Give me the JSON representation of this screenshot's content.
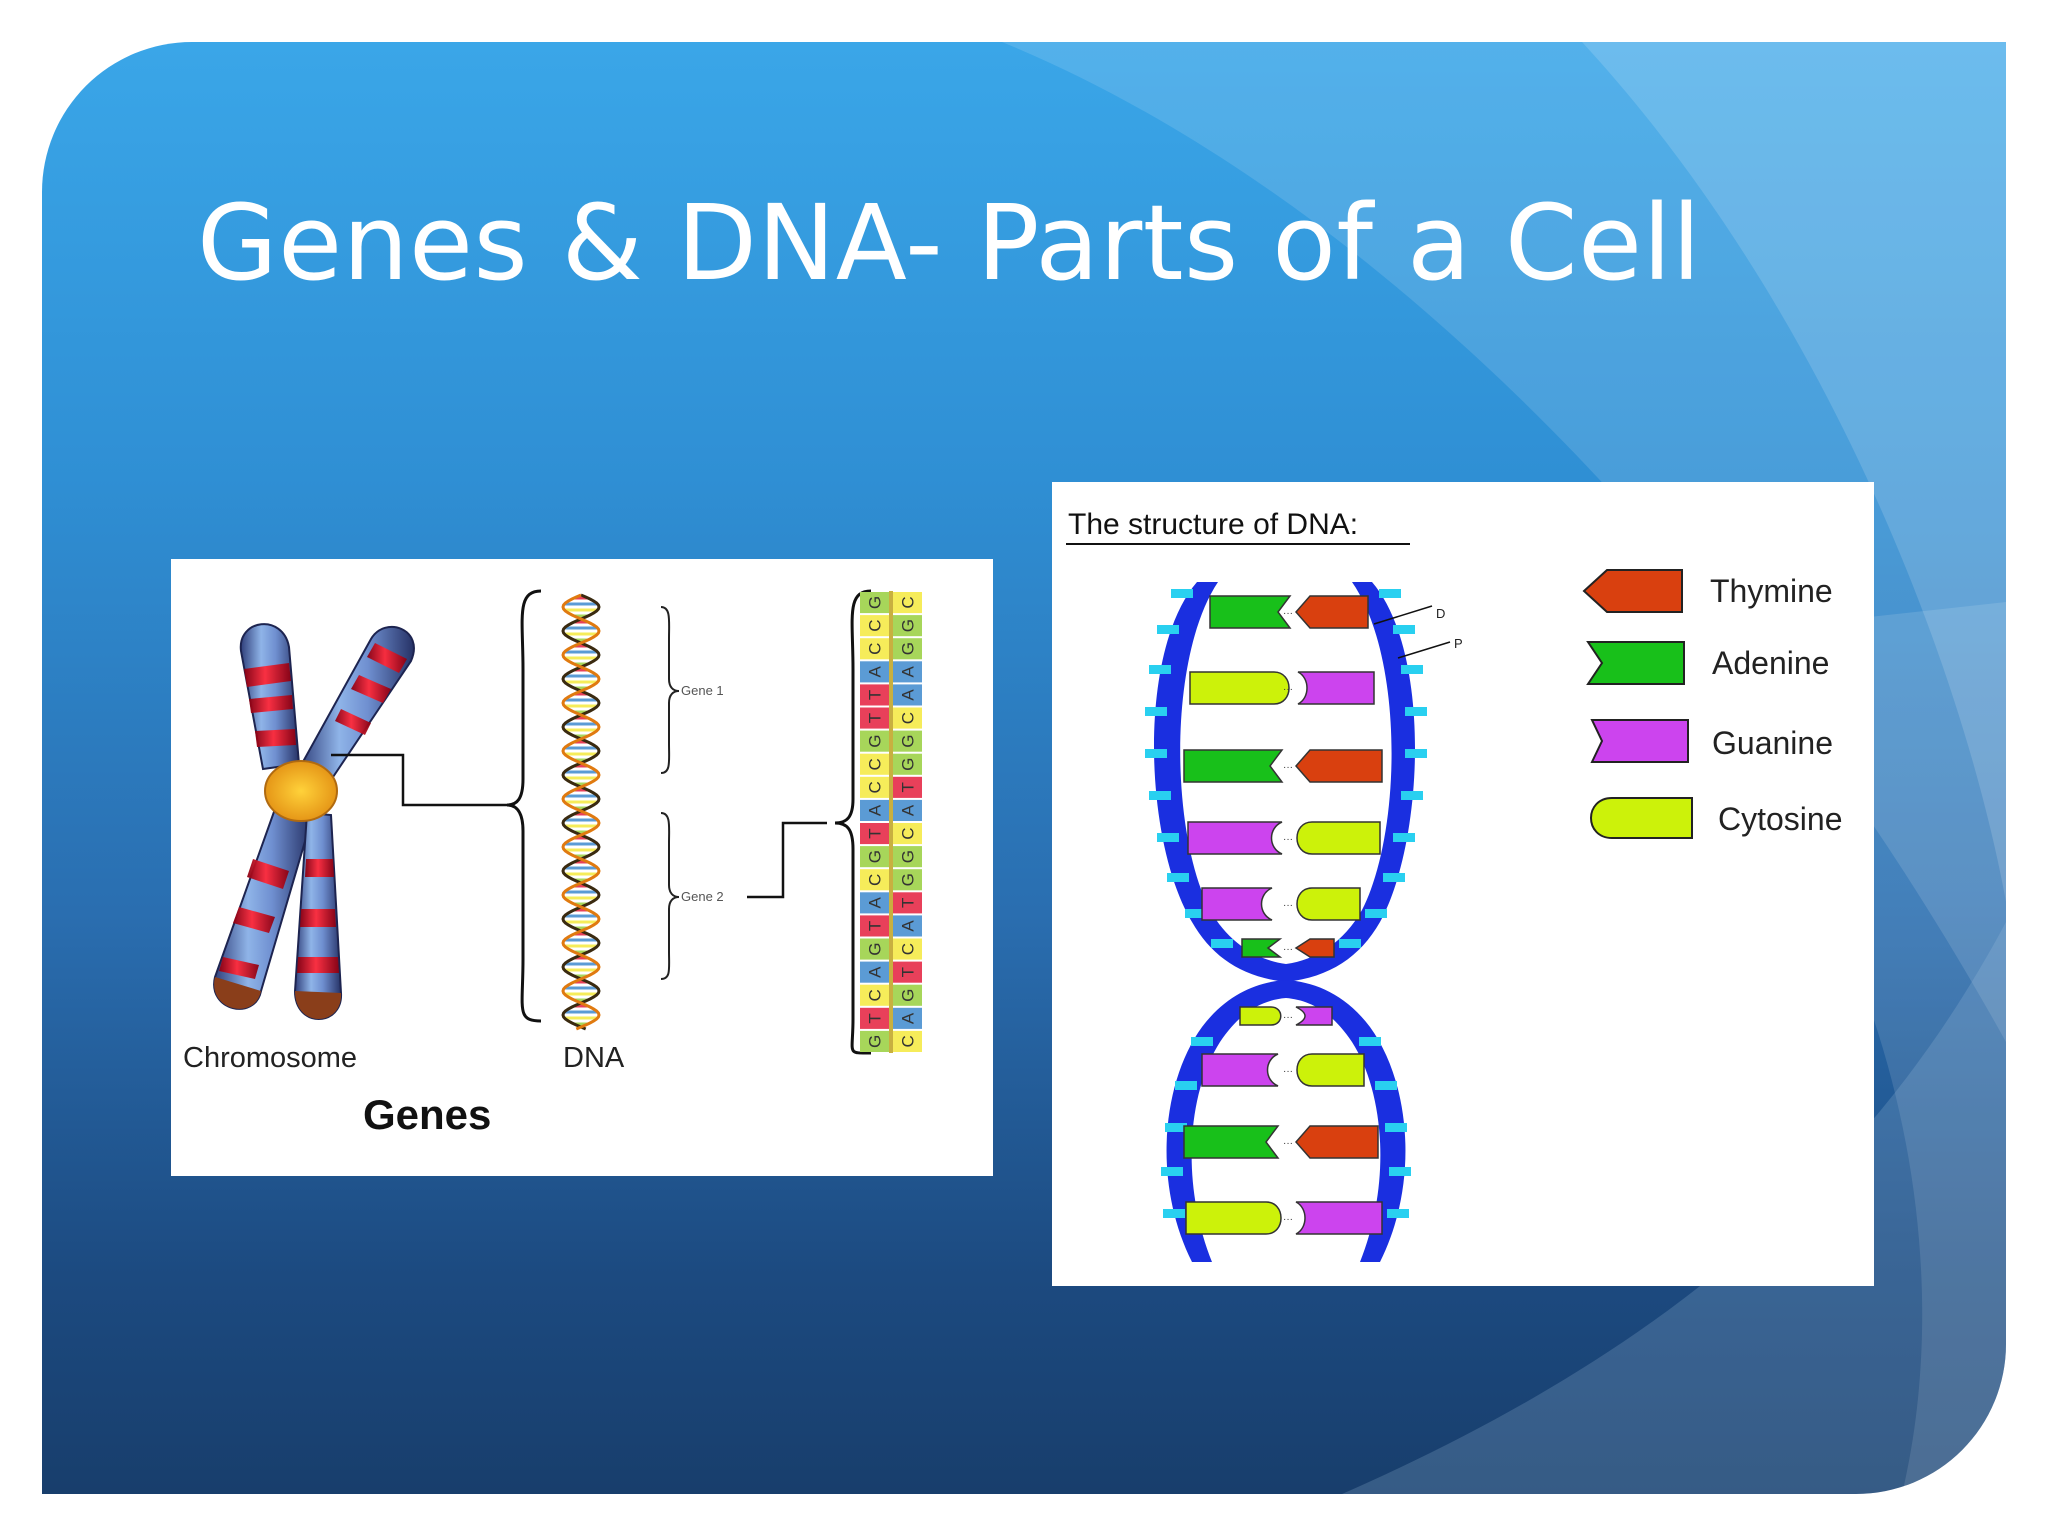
{
  "slide": {
    "title": "Genes & DNA- Parts of a Cell"
  },
  "genes_figure": {
    "chromosome_label": "Chromosome",
    "dna_label": "DNA",
    "gene1_label": "Gene 1",
    "gene2_label": "Gene 2",
    "caption": "Genes",
    "sequence_left": [
      "G",
      "T",
      "C",
      "A",
      "G",
      "T",
      "A",
      "C",
      "G",
      "T",
      "A",
      "C",
      "C",
      "G",
      "T",
      "T",
      "A",
      "C",
      "C",
      "G"
    ],
    "sequence_right": [
      "C",
      "A",
      "G",
      "T",
      "C",
      "A",
      "T",
      "G",
      "G",
      "C",
      "A",
      "T",
      "G",
      "G",
      "C",
      "A",
      "A",
      "G",
      "G",
      "C"
    ]
  },
  "dna_structure_figure": {
    "title": "The structure of DNA:",
    "label_d": "D",
    "label_p": "P",
    "legend": [
      {
        "name": "Thymine",
        "color": "#d9400f",
        "icon": "arrow-left-block"
      },
      {
        "name": "Adenine",
        "color": "#18c01a",
        "icon": "notched-block"
      },
      {
        "name": "Guanine",
        "color": "#cc44ee",
        "icon": "notched-block"
      },
      {
        "name": "Cytosine",
        "color": "#ccf20a",
        "icon": "rounded-block"
      }
    ]
  },
  "colors": {
    "base_A": "#5b9bd5",
    "base_T": "#e8405a",
    "base_C": "#f6ec5a",
    "base_G": "#a7d65a",
    "backbone": "#1a2fe0",
    "rung_tick": "#29d0f0"
  }
}
